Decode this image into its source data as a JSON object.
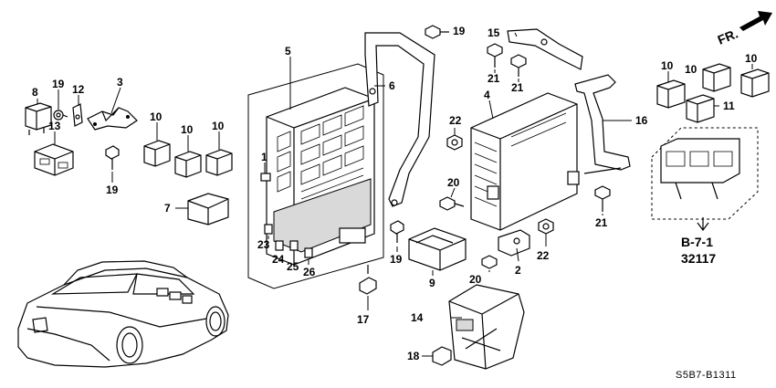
{
  "diagram": {
    "direction_label": "FR.",
    "reference": {
      "group": "B-7-1",
      "number": "32117"
    },
    "code": "S5B7-B1311",
    "callouts": [
      {
        "id": "c1",
        "label": "1"
      },
      {
        "id": "c2",
        "label": "2"
      },
      {
        "id": "c3",
        "label": "3"
      },
      {
        "id": "c4",
        "label": "4"
      },
      {
        "id": "c5",
        "label": "5"
      },
      {
        "id": "c6",
        "label": "6"
      },
      {
        "id": "c7",
        "label": "7"
      },
      {
        "id": "c8",
        "label": "8"
      },
      {
        "id": "c9",
        "label": "9"
      },
      {
        "id": "c10a",
        "label": "10"
      },
      {
        "id": "c10b",
        "label": "10"
      },
      {
        "id": "c10c",
        "label": "10"
      },
      {
        "id": "c10d",
        "label": "10"
      },
      {
        "id": "c10e",
        "label": "10"
      },
      {
        "id": "c10f",
        "label": "10"
      },
      {
        "id": "c11",
        "label": "11"
      },
      {
        "id": "c12",
        "label": "12"
      },
      {
        "id": "c13",
        "label": "13"
      },
      {
        "id": "c14",
        "label": "14"
      },
      {
        "id": "c15",
        "label": "15"
      },
      {
        "id": "c16",
        "label": "16"
      },
      {
        "id": "c17",
        "label": "17"
      },
      {
        "id": "c18",
        "label": "18"
      },
      {
        "id": "c19a",
        "label": "19"
      },
      {
        "id": "c19b",
        "label": "19"
      },
      {
        "id": "c19c",
        "label": "19"
      },
      {
        "id": "c19d",
        "label": "19"
      },
      {
        "id": "c20a",
        "label": "20"
      },
      {
        "id": "c20b",
        "label": "20"
      },
      {
        "id": "c21a",
        "label": "21"
      },
      {
        "id": "c21b",
        "label": "21"
      },
      {
        "id": "c21c",
        "label": "21"
      },
      {
        "id": "c22a",
        "label": "22"
      },
      {
        "id": "c22b",
        "label": "22"
      },
      {
        "id": "c23",
        "label": "23"
      },
      {
        "id": "c24",
        "label": "24"
      },
      {
        "id": "c25",
        "label": "25"
      },
      {
        "id": "c26",
        "label": "26"
      }
    ]
  }
}
